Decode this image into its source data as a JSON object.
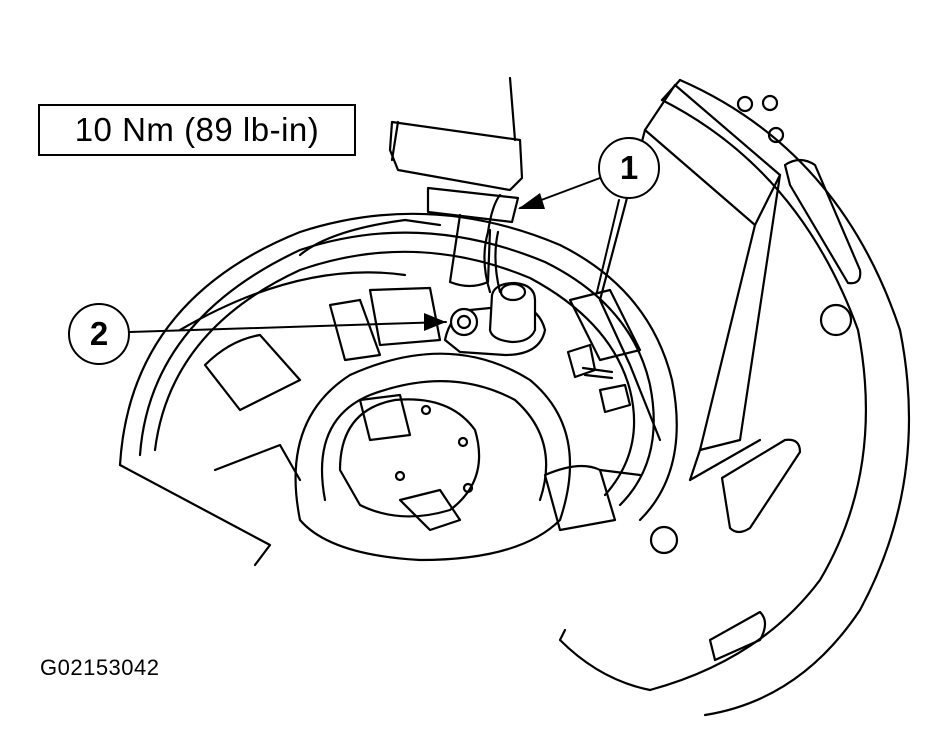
{
  "torque_spec": "10 Nm (89 lb-in)",
  "callouts": [
    "1",
    "2"
  ],
  "figure_id": "G02153042"
}
